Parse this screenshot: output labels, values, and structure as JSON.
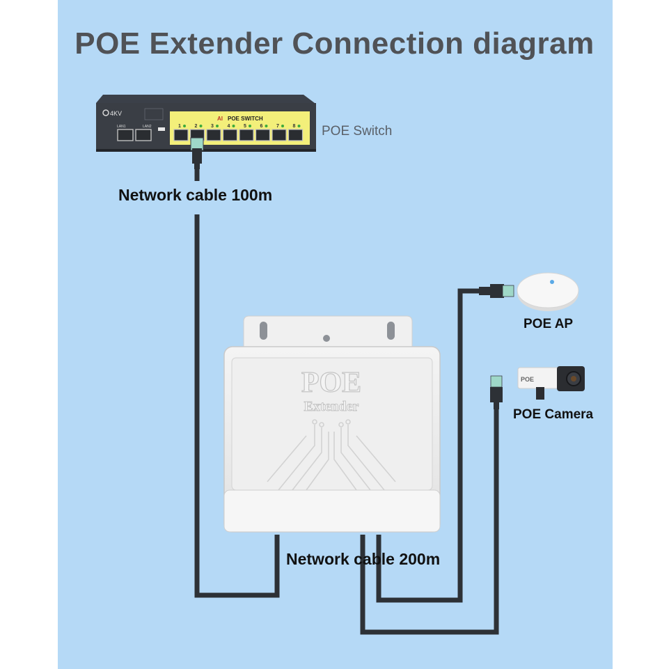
{
  "title": "POE Extender Connection diagram",
  "switch": {
    "label": "POE Switch",
    "badge": "4KV",
    "panel_text": "POE SWITCH",
    "panel_prefix": "AI",
    "lan_labels": [
      "LAN1",
      "LAN2"
    ],
    "port_numbers": [
      "1",
      "2",
      "3",
      "4",
      "5",
      "6",
      "7",
      "8"
    ]
  },
  "extender": {
    "brand": "POE",
    "name": "Extender"
  },
  "cables": {
    "upstream_label": "Network cable 100m",
    "downstream_label": "Network cable 200m"
  },
  "devices": {
    "ap_label": "POE AP",
    "camera_label": "POE Camera",
    "camera_brand": "POE"
  },
  "colors": {
    "background": "#b5d9f6",
    "switch_panel": "#f3ef7a",
    "cable": "#2d3136",
    "connector": "#9fd8c8"
  }
}
